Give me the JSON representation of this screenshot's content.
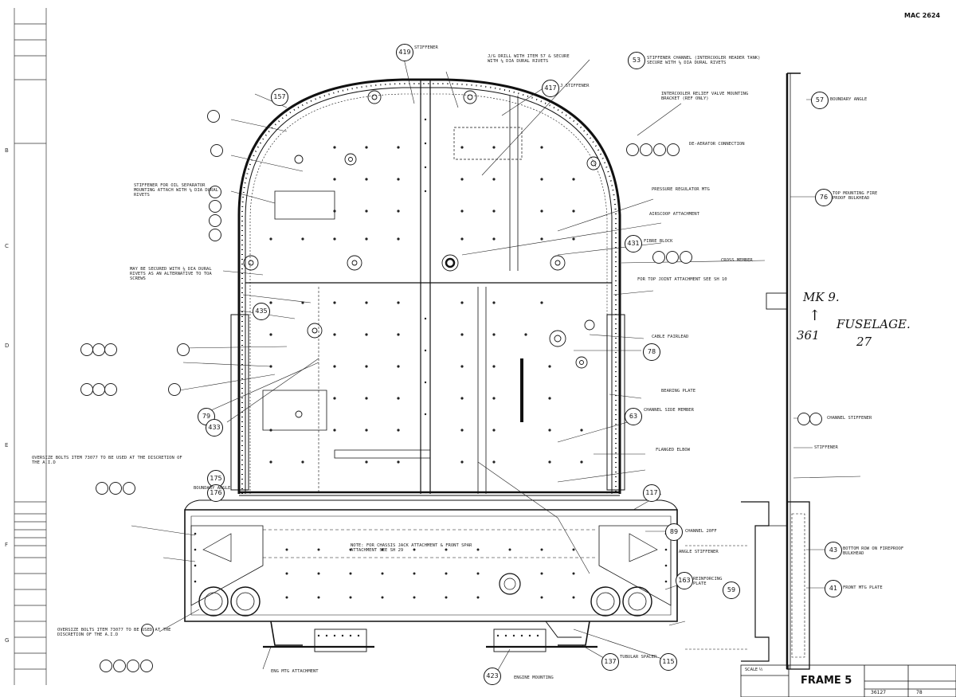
{
  "sheet_ref": "MAC 2624",
  "frame_title": "FRAME 5",
  "handwritten": {
    "mark": "MK 9.",
    "number": "361",
    "word": "FUSELAGE.",
    "sheet": "27"
  },
  "title_block": {
    "scale_label": "SCALE ½",
    "drawing_no": "36127",
    "issue": "78"
  },
  "zones": [
    "B",
    "C",
    "D",
    "E",
    "F",
    "G"
  ],
  "callouts": [
    {
      "id": "419"
    },
    {
      "id": "53"
    },
    {
      "id": "417"
    },
    {
      "id": "157"
    },
    {
      "id": "57"
    },
    {
      "id": "431"
    },
    {
      "id": "76"
    },
    {
      "id": "435"
    },
    {
      "id": "78"
    },
    {
      "id": "79"
    },
    {
      "id": "433"
    },
    {
      "id": "63"
    },
    {
      "id": "175"
    },
    {
      "id": "176"
    },
    {
      "id": "117"
    },
    {
      "id": "89"
    },
    {
      "id": "43"
    },
    {
      "id": "163"
    },
    {
      "id": "59"
    },
    {
      "id": "41"
    },
    {
      "id": "137"
    },
    {
      "id": "115"
    },
    {
      "id": "423"
    }
  ],
  "notes": [
    "STIFFENER",
    "STIFFENER CHANNEL (INTERCOOLER HEADER TANK) SECURE WITH ⅛ DIA DURAL RIVETS",
    "J/G DRILL WITH ITEM 57 & SECURE WITH ⅛ DIA DURAL RIVETS",
    "J STIFFENER",
    "BOUNDARY ANGLE",
    "INTERCOOLER RELIEF VALVE MOUNTING BRACKET (REF ONLY)",
    "DE-AERATOR CONNECTION",
    "PRESSURE REGULATOR MTG",
    "TOP MOUNTING FIRE PROOF BULKHEAD",
    "AIRSCOOP ATTACHMENT",
    "FIBRE BLOCK",
    "CROSS MEMBER",
    "FOR TOP JOINT ATTACHMENT SEE SH 10",
    "STIFFENER FOR OIL SEPARATOR MOUNTING ATTACH WITH ⅛ DIA DURAL RIVETS",
    "MAY BE SECURED WITH ⅛ DIA DURAL RIVETS AS AN ALTERNATIVE TO TOA SCREWS",
    "CABLE FAIRLEAD",
    "BEARING PLATE",
    "CHANNEL SIDE MEMBER",
    "FLANGED ELBOW",
    "OVERSIZE BOLTS ITEM 73077 TO BE USED AT THE DISCRETION OF THE A.I.D",
    "BOUNDARY ANGLE",
    "CHANNEL STIFFENER",
    "STIFFENER",
    "NOTE: FOR CHASSIS JACK ATTACHMENT & FRONT SPAR ATTACHMENT SEE SH 29",
    "ANGLE STIFFENER",
    "CHANNEL 20FF",
    "REINFORCING PLATE",
    "BOTTOM ROW ON FIREPROOF BULKHEAD",
    "FRONT MTG PLATE",
    "TUBULAR SPACER",
    "ENG MTG ATTACHMENT",
    "ENGINE MOUNTING",
    "OVERSIZE BOLTS ITEM 73077 TO BE USED AT THE DISCRETION OF THE A.I.D"
  ]
}
